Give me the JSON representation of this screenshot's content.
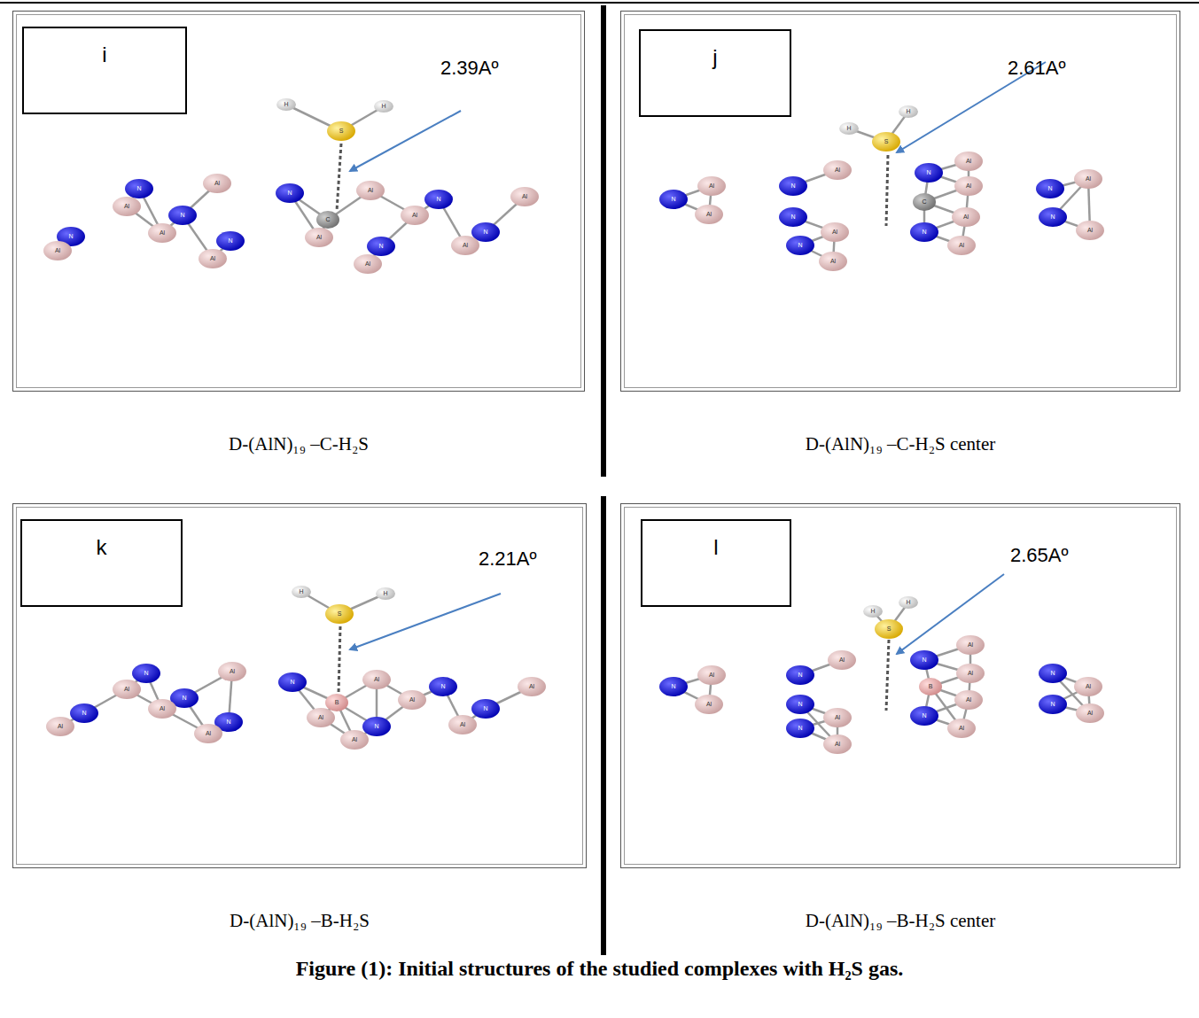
{
  "diagram": {
    "caption": "Figure (1): Initial structures of the studied complexes with H₂S gas.",
    "nodes": [
      {
        "text": [
          "D-(AlN)₁₉ –C-H₂S"
        ]
      },
      {
        "text": [
          "i"
        ],
        "in": 0
      },
      {
        "text": [
          "D-(AlN)₁₉ –C-H₂S center"
        ]
      },
      {
        "text": [
          "j"
        ],
        "in": 2
      },
      {
        "text": [
          "D-(AlN)₁₉ –B-H₂S"
        ]
      },
      {
        "text": [
          "k"
        ],
        "in": 4
      },
      {
        "text": [
          "D-(AlN)₁₉ –B-H₂S center"
        ]
      },
      {
        "text": [
          "l"
        ],
        "in": 6
      }
    ],
    "labels": [
      "2.39Aº",
      "S",
      "H",
      "H",
      "C",
      "N",
      "N",
      "N",
      "N",
      "N",
      "N",
      "N",
      "N",
      "Al",
      "Al",
      "Al",
      "Al",
      "Al",
      "Al",
      "Al",
      "Al",
      "Al",
      "Al",
      "Al",
      "2.61Aº",
      "S",
      "H",
      "H",
      "C",
      "N",
      "N",
      "N",
      "N",
      "N",
      "N",
      "N",
      "N",
      "Al",
      "Al",
      "Al",
      "Al",
      "Al",
      "Al",
      "Al",
      "Al",
      "Al",
      "Al",
      "Al",
      "2.21Aº",
      "S",
      "H",
      "H",
      "B",
      "N",
      "N",
      "N",
      "N",
      "N",
      "N",
      "N",
      "N",
      "Al",
      "Al",
      "Al",
      "Al",
      "Al",
      "Al",
      "Al",
      "Al",
      "Al",
      "Al",
      "Al",
      "2.65Aº",
      "S",
      "H",
      "H",
      "B",
      "N",
      "N",
      "N",
      "N",
      "N",
      "N",
      "N",
      "N",
      "Al",
      "Al",
      "Al",
      "Al",
      "Al",
      "Al",
      "Al",
      "Al",
      "Al",
      "Al",
      "Al"
    ]
  }
}
